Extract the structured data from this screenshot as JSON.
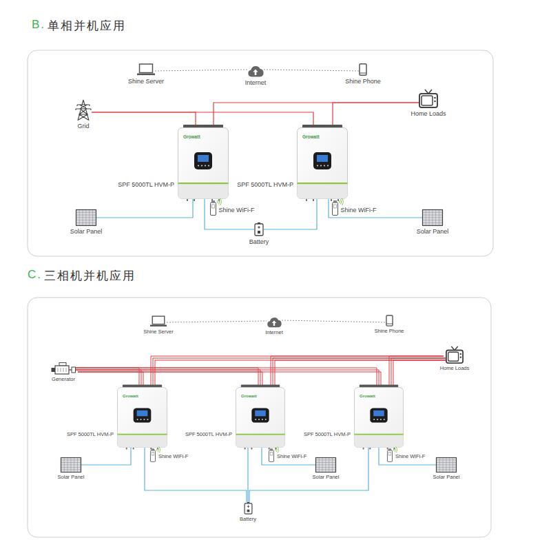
{
  "diagram": {
    "nodes": [
      {
        "text": [
          "Shine Server"
        ]
      },
      {
        "text": [
          "Internet"
        ]
      },
      {
        "text": [
          "Shine Phone"
        ]
      },
      {
        "text": [
          "Grid"
        ]
      },
      {
        "text": [
          "Home Loads"
        ]
      },
      {
        "text": [
          "Growatt",
          "SPF 5000TL HVM-P"
        ]
      },
      {
        "text": [
          "Growatt",
          "SPF 5000TL HVM-P"
        ]
      },
      {
        "text": [
          "Shine WiFi-F"
        ]
      },
      {
        "text": [
          "Shine WiFi-F"
        ]
      },
      {
        "text": [
          "Solar Panel"
        ]
      },
      {
        "text": [
          "Solar Panel"
        ]
      },
      {
        "text": [
          "Battery"
        ]
      },
      {
        "text": [
          "Shine Server"
        ]
      },
      {
        "text": [
          "Internet"
        ]
      },
      {
        "text": [
          "Shine Phone"
        ]
      },
      {
        "text": [
          "Generator"
        ]
      },
      {
        "text": [
          "Home Loads"
        ]
      },
      {
        "text": [
          "Growatt",
          "SPF 5000TL HVM-P"
        ]
      },
      {
        "text": [
          "Growatt",
          "SPF 5000TL HVM-P"
        ]
      },
      {
        "text": [
          "Growatt",
          "SPF 5000TL HVM-P"
        ]
      },
      {
        "text": [
          "Shine WiFi-F"
        ]
      },
      {
        "text": [
          "Shine WiFi-F"
        ]
      },
      {
        "text": [
          "Shine WiFi-F"
        ]
      },
      {
        "text": [
          "Solar Panel"
        ]
      },
      {
        "text": [
          "Solar Panel"
        ]
      },
      {
        "text": [
          "Solar Panel"
        ]
      },
      {
        "text": [
          "Battery"
        ]
      }
    ],
    "edges": [
      {
        "from": 0,
        "to": 1,
        "arrow": "none"
      },
      {
        "from": 1,
        "to": 2,
        "arrow": "none"
      },
      {
        "from": 3,
        "to": 5,
        "arrow": "none"
      },
      {
        "from": 3,
        "to": 6,
        "arrow": "none"
      },
      {
        "from": 5,
        "to": 4,
        "arrow": "none"
      },
      {
        "from": 6,
        "to": 4,
        "arrow": "none"
      },
      {
        "from": 9,
        "to": 5,
        "arrow": "none"
      },
      {
        "from": 10,
        "to": 6,
        "arrow": "none"
      },
      {
        "from": 5,
        "to": 11,
        "arrow": "none"
      },
      {
        "from": 6,
        "to": 11,
        "arrow": "none"
      },
      {
        "from": 12,
        "to": 13,
        "arrow": "none"
      },
      {
        "from": 13,
        "to": 14,
        "arrow": "none"
      },
      {
        "from": 15,
        "to": 17,
        "arrow": "none"
      },
      {
        "from": 15,
        "to": 18,
        "arrow": "none"
      },
      {
        "from": 15,
        "to": 19,
        "arrow": "none"
      },
      {
        "from": 17,
        "to": 16,
        "arrow": "none"
      },
      {
        "from": 18,
        "to": 16,
        "arrow": "none"
      },
      {
        "from": 19,
        "to": 16,
        "arrow": "none"
      },
      {
        "from": 23,
        "to": 17,
        "arrow": "none"
      },
      {
        "from": 24,
        "to": 18,
        "arrow": "none"
      },
      {
        "from": 25,
        "to": 19,
        "arrow": "none"
      },
      {
        "from": 17,
        "to": 26,
        "arrow": "none"
      },
      {
        "from": 18,
        "to": 26,
        "arrow": "none"
      },
      {
        "from": 19,
        "to": 26,
        "arrow": "none"
      }
    ],
    "labels": [
      "B.",
      "单相并机应用",
      "C.",
      "三相机并机应用"
    ]
  }
}
